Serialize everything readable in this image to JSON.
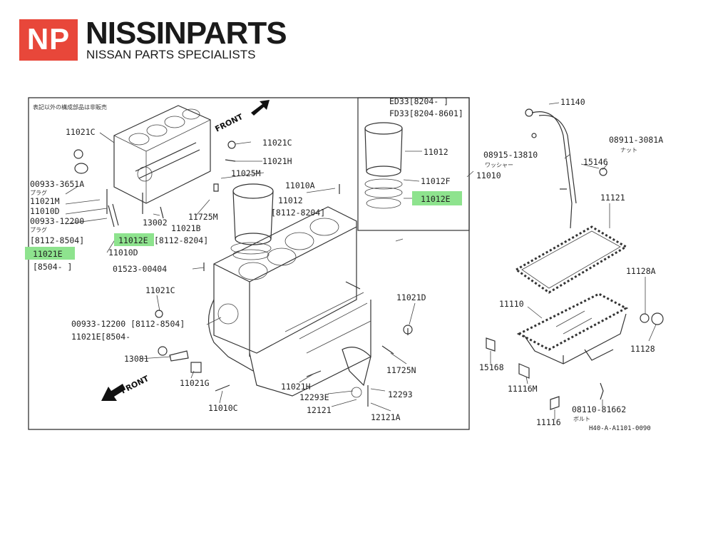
{
  "brand": {
    "logo_text": "NP",
    "name": "NISSINPARTS",
    "tagline": "NISSAN PARTS SPECIALISTS",
    "logo_color": "#e8473a"
  },
  "diagram": {
    "note_jp": "表記以外の構成部品は非販売",
    "front_top": "FRONT",
    "front_bottom": "FRONT",
    "inset_header": [
      "ED33[8204-    ]",
      "FD33[8204-8601]"
    ],
    "highlight_color": "#8ee38e",
    "labels": {
      "p11021C_a": "11021C",
      "p00933_3651A": "00933-3651A",
      "jp_plug_a": "プラグ",
      "p11021M": "11021M",
      "p11010D_a": "11010D",
      "p00933_12200": "00933-12200",
      "jp_plug_b": "プラグ",
      "r8112_8504": "[8112-8504]",
      "p11021E_hl": "11021E",
      "r8504_a": "[8504-      ]",
      "p11010D_b": "11010D",
      "p13002": "13002",
      "p11021B": "11021B",
      "p11725M": "11725M",
      "p11025M": "11025M",
      "p11021H_a": "11021H",
      "p11021C_b": "11021C",
      "p11010A": "11010A",
      "p11012": "11012",
      "r8112_8204_a": "[8112-8204]",
      "p11012E_hl": "11012E",
      "r8112_8204_b": "[8112-8204]",
      "p01523_00404": "01523-00404",
      "p11021C_c": "11021C",
      "p00933_12200_b": "00933-12200 [8112-8504]",
      "p11021E_b": "11021E[8504-",
      "p13081": "13081",
      "p11021G": "11021G",
      "p11010C": "11010C",
      "p11021H_b": "11021H",
      "p12293E": "12293E",
      "p12121": "12121",
      "p12121A": "12121A",
      "p12293": "12293",
      "p11725N": "11725N",
      "p11021D": "11021D",
      "inset_11012": "11012",
      "inset_11012F": "11012F",
      "inset_11012E_hl": "11012E",
      "p11010": "11010",
      "p11140": "11140",
      "p08915_13810": "08915-13810",
      "jp_washer": "ワッシャー",
      "p08911_3081A": "08911-3081A",
      "jp_nut": "ナット",
      "p15146": "15146",
      "p11121": "11121",
      "p11128A": "11128A",
      "p11110": "11110",
      "p11128": "11128",
      "p15168": "15168",
      "p11116M": "11116M",
      "p08110_81662": "08110-81662",
      "jp_bolt": "ボルト",
      "p11116": "11116",
      "ref_code": "H40-A-A1101-0090"
    }
  }
}
